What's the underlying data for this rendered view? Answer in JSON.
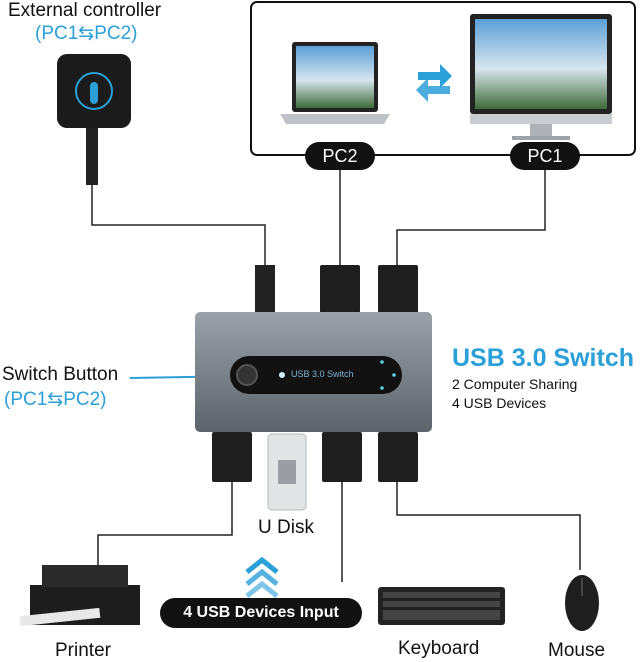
{
  "external_controller": {
    "title": "External controller",
    "subtitle_pc1": "(PC1",
    "subtitle_pc2": "PC2)"
  },
  "switch_button": {
    "title": "Switch Button",
    "subtitle_pc1": "(PC1",
    "subtitle_pc2": "PC2)"
  },
  "product": {
    "title": "USB 3.0 Switch",
    "panel_label": "USB 3.0 Switch",
    "features": [
      "2 Computer Sharing",
      "4 USB Devices"
    ]
  },
  "computers": {
    "pc2": "PC2",
    "pc1": "PC1"
  },
  "devices": {
    "u_disk": "U Disk",
    "printer": "Printer",
    "keyboard": "Keyboard",
    "mouse": "Mouse"
  },
  "input_badge": "4 USB Devices Input",
  "colors": {
    "accent": "#2a9fd8",
    "body": "#737b84",
    "dark": "#111111"
  }
}
